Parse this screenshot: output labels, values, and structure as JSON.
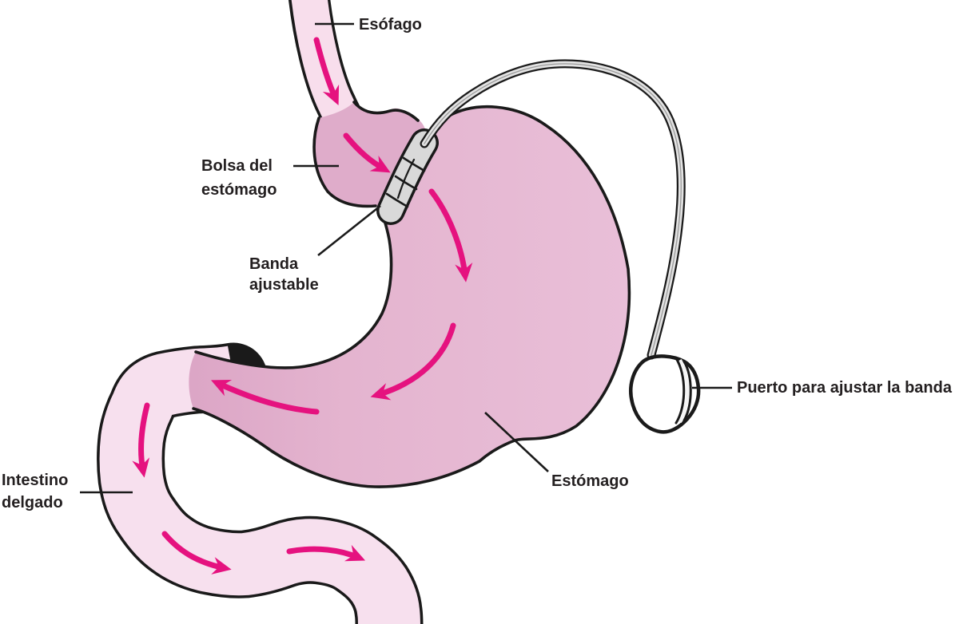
{
  "diagram": {
    "labels": {
      "esophagus": "Esófago",
      "stomach_pouch": "Bolsa del\nestómago",
      "adjustable_band": "Banda\najustable",
      "small_intestine": "Intestino\ndelgado",
      "stomach": "Estómago",
      "port": "Puerto para ajustar la banda"
    },
    "flow_arrows": {
      "count": 8,
      "color": "#E5127F"
    },
    "colors": {
      "esophagus_fill": "#F8DEEC",
      "stomach_fill": "#E5B6D1",
      "pouch_fill": "#DFACCA",
      "intestine_fill": "#F7E0EE",
      "band_fill": "#D9D9D9",
      "port_fill": "#D6D6D6",
      "outline": "#1A1A1A",
      "arrow": "#E5127F",
      "label_text": "#231F20"
    }
  }
}
